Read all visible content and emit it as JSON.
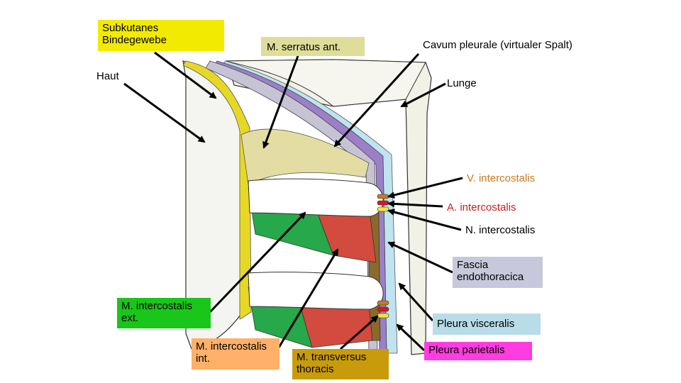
{
  "colors": {
    "subkutan": "#f2ea00",
    "serratus": "#dede9a",
    "fascia": "#c8c8dc",
    "mie": "#19c619",
    "pvisc": "#b8dce8",
    "mii": "#ffb069",
    "mtt": "#c89b0c",
    "ppar": "#ff3cdf",
    "vint": "#c87a1e",
    "aint": "#d11a1a",
    "nint": "#000000",
    "lung": "#f2f1e6",
    "skin": "#f4f4f0",
    "ext_muscle": "#27a84a",
    "int_muscle": "#d34a3e",
    "pleura_blue": "#bfe4f0",
    "pleura_purple": "#9b80c8"
  },
  "labels": {
    "subkutan": "Subkutanes\nBindegewebe",
    "serratus": "M. serratus ant.",
    "cavum": "Cavum pleurale (virtualer Spalt)",
    "haut": "Haut",
    "lunge": "Lunge",
    "vint": "V. intercostalis",
    "aint": "A. intercostalis",
    "nint": "N. intercostalis",
    "fascia": "Fascia\nendothoracica",
    "mie": "M. intercostalis\next.",
    "pvisc": "Pleura visceralis",
    "mii": "M. intercostalis\nint.",
    "mtt": "M. transversus\nthoracis",
    "ppar": "Pleura parietalis"
  }
}
